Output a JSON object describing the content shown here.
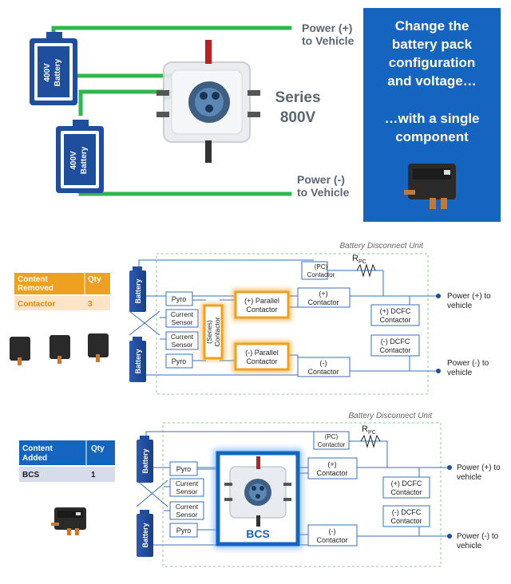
{
  "top": {
    "power_pos_line1": "Power (+)",
    "power_pos_line2": "to Vehicle",
    "power_neg_line1": "Power (-)",
    "power_neg_line2": "to Vehicle",
    "battery_label_line1": "400V",
    "battery_label_line2": "Battery",
    "mode_line1": "Series",
    "mode_line2": "800V",
    "callout": {
      "line1": "Change the",
      "line2": "battery pack",
      "line3": "configuration",
      "line4": "and voltage…",
      "line5": "…with a single",
      "line6": "component"
    }
  },
  "diagram1": {
    "title": "Battery Disconnect Unit",
    "table": {
      "header_content_line1": "Content",
      "header_content_line2": "Removed",
      "header_qty": "Qty",
      "row_item": "Contactor",
      "row_qty": "3"
    },
    "battery_label": "Battery",
    "pyro": "Pyro",
    "current_sensor_line1": "Current",
    "current_sensor_line2": "Sensor",
    "series_contactor_line1": "(Series)",
    "series_contactor_line2": "Contactor",
    "pos_parallel_line1": "(+) Parallel",
    "pos_parallel_line2": "Contactor",
    "neg_parallel_line1": "(-) Parallel",
    "neg_parallel_line2": "Contactor",
    "pc_contactor_line1": "(PC)",
    "pc_contactor_line2": "Contactor",
    "resistor": "R",
    "resistor_sub": "PC",
    "pos_contactor_line1": "(+)",
    "pos_contactor_line2": "Contactor",
    "neg_contactor_line1": "(-)",
    "neg_contactor_line2": "Contactor",
    "pos_dcfc_line1": "(+) DCFC",
    "pos_dcfc_line2": "Contactor",
    "neg_dcfc_line1": "(-) DCFC",
    "neg_dcfc_line2": "Contactor",
    "out_pos_line1": "Power (+) to",
    "out_pos_line2": "vehicle",
    "out_neg_line1": "Power (-) to",
    "out_neg_line2": "vehicle"
  },
  "diagram2": {
    "title": "Battery Disconnect Unit",
    "table": {
      "header_content_line1": "Content",
      "header_content_line2": "Added",
      "header_qty": "Qty",
      "row_item": "BCS",
      "row_qty": "1"
    },
    "battery_label": "Battery",
    "pyro": "Pyro",
    "current_sensor_line1": "Current",
    "current_sensor_line2": "Sensor",
    "bcs_label": "BCS",
    "pc_contactor_line1": "(PC)",
    "pc_contactor_line2": "Contactor",
    "resistor": "R",
    "resistor_sub": "PC",
    "pos_contactor_line1": "(+)",
    "pos_contactor_line2": "Contactor",
    "neg_contactor_line1": "(-)",
    "neg_contactor_line2": "Contactor",
    "pos_dcfc_line1": "(+) DCFC",
    "pos_dcfc_line2": "Contactor",
    "neg_dcfc_line1": "(-) DCFC",
    "neg_dcfc_line2": "Contactor",
    "out_pos_line1": "Power (+) to",
    "out_pos_line2": "vehicle",
    "out_neg_line1": "Power (-) to",
    "out_neg_line2": "vehicle"
  },
  "colors": {
    "navy": "#1f4e9c",
    "callout_bg": "#1565c0",
    "green_wire": "#2db84b",
    "orange": "#f0a020",
    "dashed_green": "#8fd18f",
    "text_gray": "#5a6672"
  }
}
